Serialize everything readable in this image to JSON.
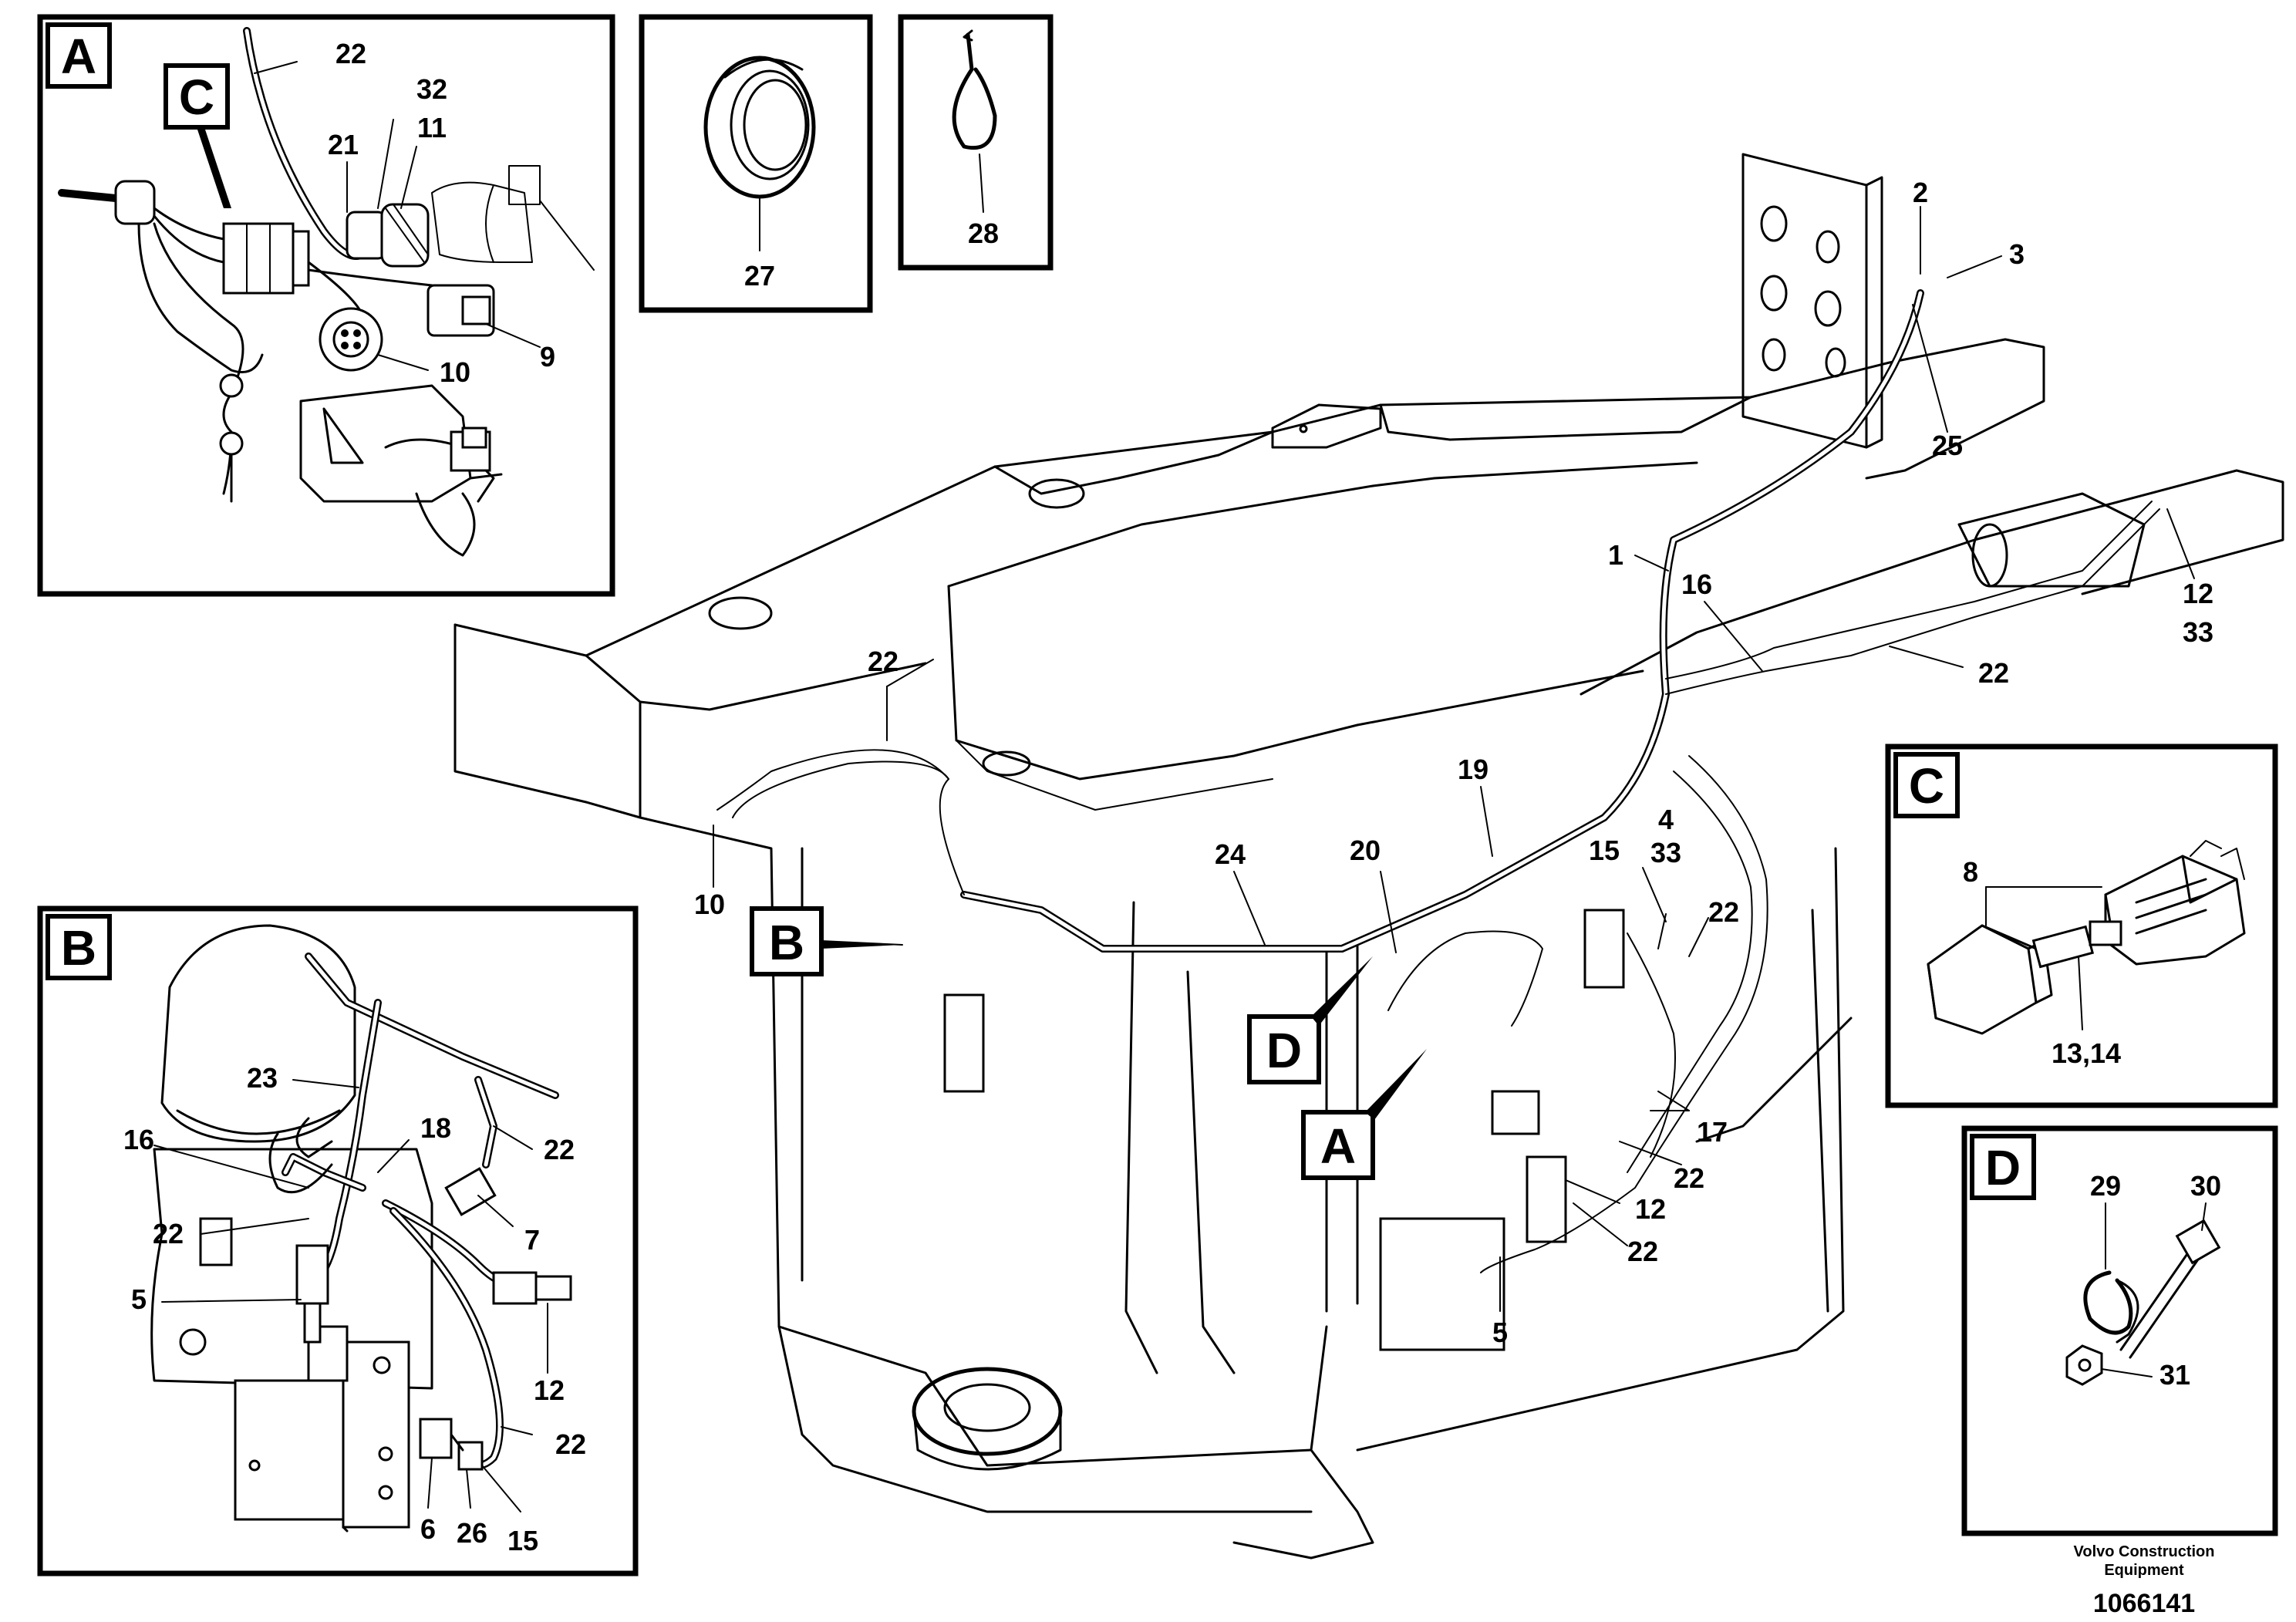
{
  "detail_tags": {
    "a_main": "A",
    "b_main": "B",
    "d_main": "D",
    "a_panel": "A",
    "b_panel": "B",
    "c_panel": "C",
    "d_panel": "D",
    "c_in_a": "C"
  },
  "part_numbers": {
    "main_1": "1",
    "main_2": "2",
    "main_3": "3",
    "main_25": "25",
    "main_12": "12",
    "main_33": "33",
    "main_16": "16",
    "main_22_right": "22",
    "main_22_left": "22",
    "main_10": "10",
    "main_24": "24",
    "main_19": "19",
    "main_20": "20",
    "main_15": "15",
    "main_4": "4",
    "main_33b": "33",
    "main_22_mid": "22",
    "main_17": "17",
    "main_22_low1": "22",
    "main_12_low": "12",
    "main_22_low2": "22",
    "main_5": "5",
    "a_22": "22",
    "a_32": "32",
    "a_11": "11",
    "a_21": "21",
    "a_9": "9",
    "a_10": "10",
    "p_27": "27",
    "p_28": "28",
    "b_23": "23",
    "b_18": "18",
    "b_22a": "22",
    "b_16": "16",
    "b_22b": "22",
    "b_7": "7",
    "b_5": "5",
    "b_12": "12",
    "b_22c": "22",
    "b_6": "6",
    "b_26": "26",
    "b_15": "15",
    "c_8": "8",
    "c_13_14": "13,14",
    "d_29": "29",
    "d_30": "30",
    "d_31": "31"
  },
  "credit": {
    "line1": "Volvo Construction",
    "line2": "Equipment",
    "doc_number": "1066141"
  }
}
